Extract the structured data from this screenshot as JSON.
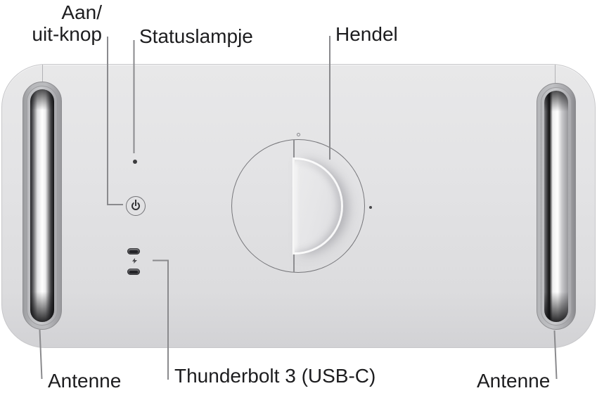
{
  "figure": {
    "subject": "mac-pro-top-view-diagram"
  },
  "callouts": {
    "power_button": {
      "label_line1": "Aan/",
      "label_line2": "uit-knop",
      "icon": "power-icon"
    },
    "status_light": {
      "label": "Statuslampje",
      "icon": "status-dot-icon"
    },
    "handle": {
      "label": "Hendel"
    },
    "thunderbolt": {
      "label": "Thunderbolt 3 (USB-C)",
      "icon": "thunderbolt-icon",
      "port_count": 2
    },
    "antenna_left": {
      "label": "Antenne"
    },
    "antenna_right": {
      "label": "Antenne"
    }
  },
  "colors": {
    "background": "#ffffff",
    "body_top": "#e8e8e9",
    "body_bottom": "#d2d2d5",
    "label_text": "#1d1d1f",
    "leader_line": "#8a8a8d",
    "antenna_ring": "#b2b3b6",
    "antenna_highlight": "#ffffff",
    "port_dark": "#3f3f42",
    "glyph_dark": "#323234"
  }
}
